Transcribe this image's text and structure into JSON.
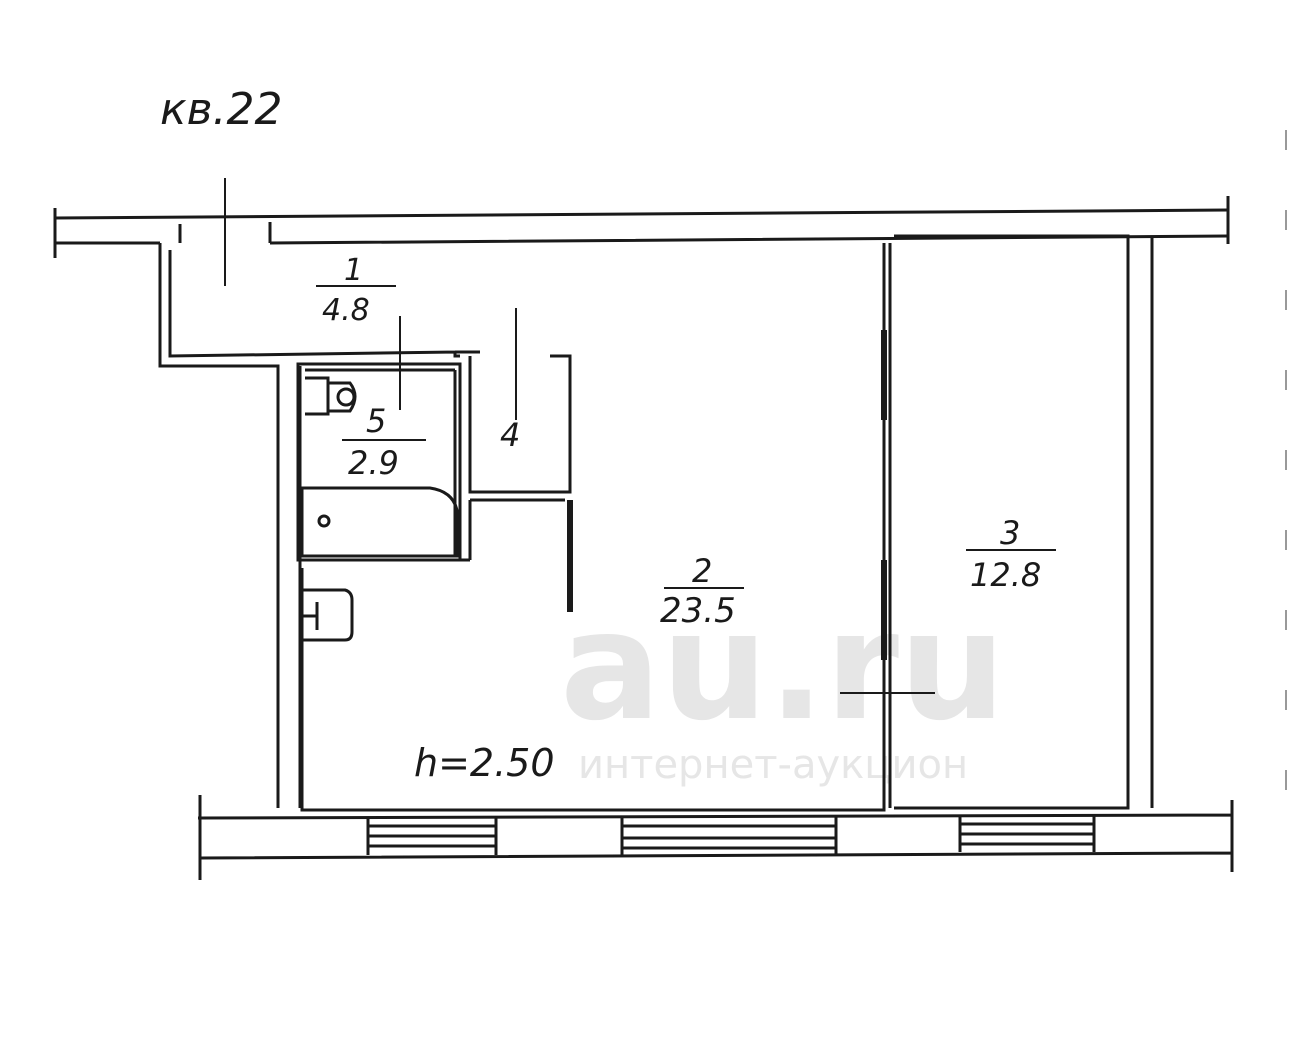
{
  "plan": {
    "apartment_label": "кв.22",
    "ceiling_height": "h=2.50",
    "rooms": [
      {
        "number": "1",
        "area": "4.8"
      },
      {
        "number": "2",
        "area": "23.5"
      },
      {
        "number": "3",
        "area": "12.8"
      },
      {
        "number": "4",
        "area": ""
      },
      {
        "number": "5",
        "area": "2.9"
      }
    ],
    "watermark": {
      "logo": "au.ru",
      "caption": "интернет-аукцион"
    },
    "colors": {
      "ink": "#1a1a1a",
      "paper": "#ffffff",
      "watermark": "#e6e6e6"
    }
  }
}
